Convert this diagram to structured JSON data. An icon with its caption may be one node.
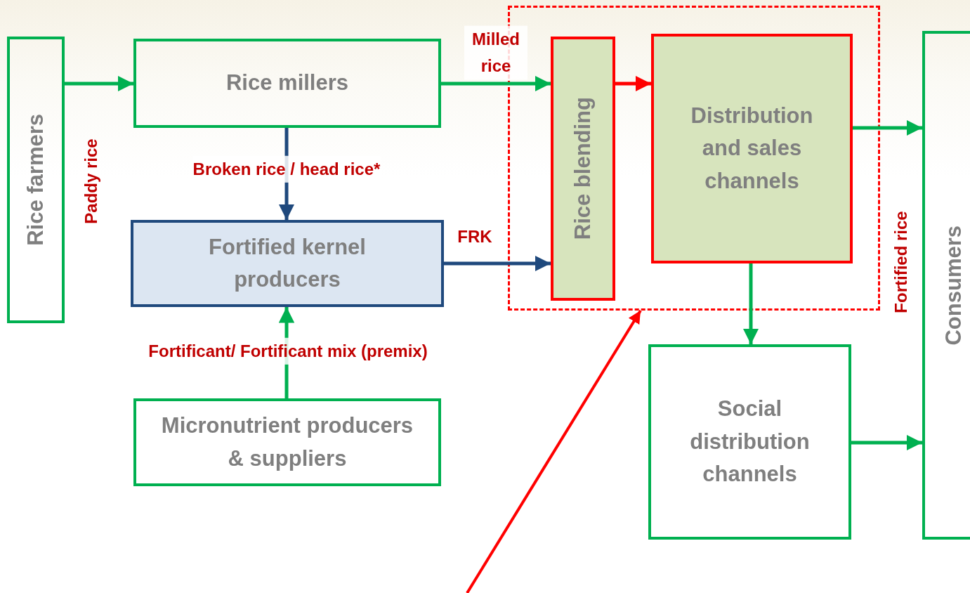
{
  "diagram": {
    "nodes": [
      {
        "text": [
          "Rice farmers"
        ]
      },
      {
        "text": [
          "Rice millers"
        ]
      },
      {
        "text": [
          "Fortified kernel producers"
        ]
      },
      {
        "text": [
          "Micronutrient producers & suppliers"
        ]
      },
      {
        "text": [],
        "shape": "box"
      },
      {
        "text": [
          "Rice blending"
        ],
        "in": 4
      },
      {
        "text": [
          "Distribution and sales channels"
        ],
        "in": 4
      },
      {
        "text": [
          "Social distribution channels"
        ]
      },
      {
        "text": [
          "Consumers"
        ]
      }
    ],
    "edges": [
      {
        "from": 0,
        "to": 1,
        "arrow": "to",
        "label": "Paddy rice"
      },
      {
        "from": 1,
        "to": 5,
        "arrow": "to",
        "label": "Milled rice"
      },
      {
        "from": 1,
        "to": 2,
        "arrow": "to",
        "label": "Broken rice / head rice*",
        "color": "#1f497d"
      },
      {
        "from": 2,
        "to": 5,
        "arrow": "to",
        "label": "FRK",
        "color": "#1f497d"
      },
      {
        "from": 3,
        "to": 2,
        "arrow": "to",
        "label": "Fortificant/ Fortificant mix (premix)"
      },
      {
        "from": 5,
        "to": 6,
        "arrow": "to",
        "color": "#ff0000"
      },
      {
        "from": 6,
        "to": 8,
        "arrow": "to"
      },
      {
        "from": 6,
        "to": 7,
        "arrow": "to"
      },
      {
        "from": 7,
        "to": 8,
        "arrow": "to"
      },
      {
        "from": null,
        "to": 4,
        "arrow": "to",
        "color": "#ff0000"
      }
    ],
    "labels": [
      "Fortified rice"
    ]
  }
}
